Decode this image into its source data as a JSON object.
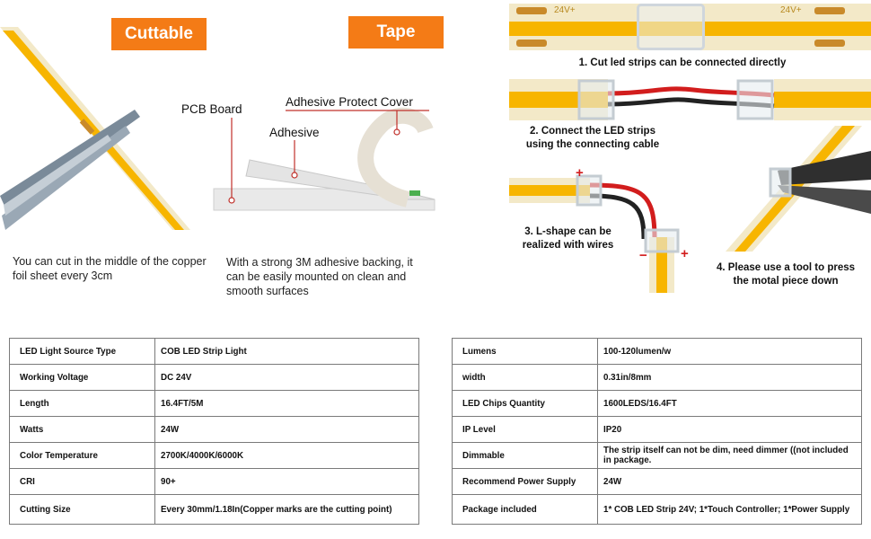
{
  "badges": {
    "cuttable": "Cuttable",
    "tape": "Tape"
  },
  "captions": {
    "cut": "You can cut in the middle of the copper foil sheet every 3cm",
    "tape": "With a strong 3M adhesive backing, it can be easily mounted on clean and smooth surfaces"
  },
  "tape_labels": {
    "pcb": "PCB Board",
    "adhesive": "Adhesive",
    "cover": "Adhesive Protect Cover"
  },
  "strip_marks": {
    "voltage": "24V+",
    "minus": "−",
    "plus": "+",
    "minus_sign": "−"
  },
  "steps": {
    "s1": "1. Cut led strips can be connected directly",
    "s2_line1": "2. Connect the LED strips",
    "s2_line2": "using the connecting cable",
    "s3_line1": "3. L-shape can be",
    "s3_line2": "realized with wires",
    "s4_line1": "4. Please use a tool to press",
    "s4_line2": "the motal piece down"
  },
  "spec_left": [
    {
      "key": "LED Light Source Type",
      "value": "COB LED Strip Light"
    },
    {
      "key": "Working Voltage",
      "value": "DC 24V"
    },
    {
      "key": "Length",
      "value": "16.4FT/5M"
    },
    {
      "key": "Watts",
      "value": "24W"
    },
    {
      "key": "Color Temperature",
      "value": "2700K/4000K/6000K"
    },
    {
      "key": "CRI",
      "value": "90+"
    },
    {
      "key": "Cutting Size",
      "value": "Every 30mm/1.18In(Copper marks are the cutting point)"
    }
  ],
  "spec_right": [
    {
      "key": "Lumens",
      "value": "100-120lumen/w"
    },
    {
      "key": "width",
      "value": "0.31in/8mm"
    },
    {
      "key": "LED Chips Quantity",
      "value": "1600LEDS/16.4FT"
    },
    {
      "key": "IP Level",
      "value": "IP20"
    },
    {
      "key": "Dimmable",
      "value": "The strip itself can not be dim, need dimmer ((not included in package."
    },
    {
      "key": "Recommend Power Supply",
      "value": "24W"
    },
    {
      "key": "Package included",
      "value": "1* COB LED Strip 24V; 1*Touch Controller; 1*Power Supply"
    }
  ],
  "colors": {
    "accent": "#f47b16",
    "strip": "#f7b500",
    "strip_edge": "#f3e9c8",
    "copper": "#c98a2a",
    "wire_red": "#d21d1d"
  },
  "icons": [
    "scissors-icon",
    "pliers-icon",
    "connector-clip-icon"
  ]
}
